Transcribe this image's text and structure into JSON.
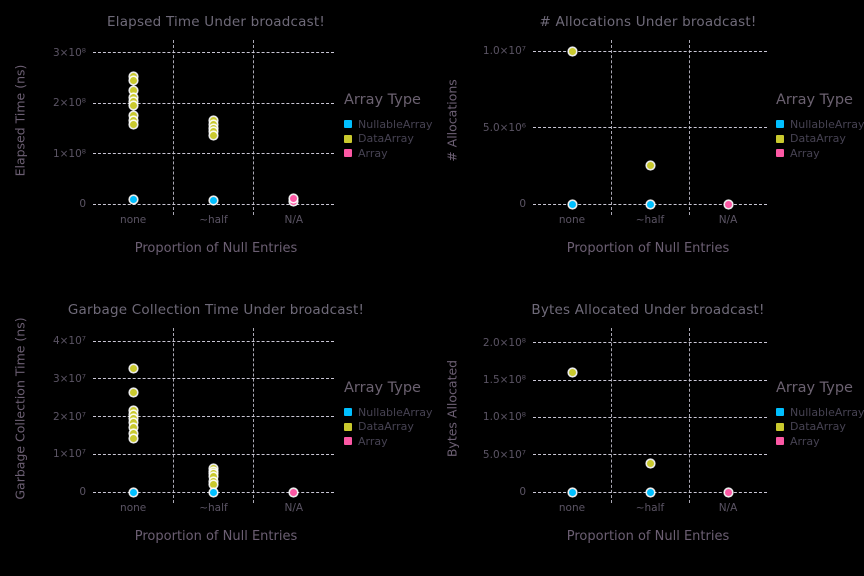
{
  "palette": {
    "background": "#000000",
    "grid": "#d5d2e1",
    "title_text": "#6f6a79",
    "axis_label_text": "#6c5f73",
    "tick_text": "#5b5464",
    "legend_title_text": "#6b6170",
    "legend_item_text": "#464252",
    "nullablearray": "#00bfff",
    "dataarray": "#c9c92e",
    "array": "#fc58a4"
  },
  "chart_data": [
    {
      "type": "scatter",
      "title": "Elapsed Time Under broadcast!",
      "xlabel": "Proportion of Null Entries",
      "ylabel": "Elapsed Time (ns)",
      "categories": [
        "none",
        "~half",
        "N/A"
      ],
      "ylim": [
        0,
        325000000
      ],
      "grid": "dashed",
      "yticks": [
        {
          "value": 0,
          "label": "0"
        },
        {
          "value": 100000000,
          "label": "1×10⁸"
        },
        {
          "value": 200000000,
          "label": "2×10⁸"
        },
        {
          "value": 300000000,
          "label": "3×10⁸"
        }
      ],
      "legend": {
        "title": "Array Type",
        "position": "right",
        "items": [
          {
            "label": "NullableArray",
            "color": "#00bfff"
          },
          {
            "label": "DataArray",
            "color": "#c9c92e"
          },
          {
            "label": "Array",
            "color": "#fc58a4"
          }
        ]
      },
      "series": [
        {
          "name": "DataArray",
          "color": "#c9c92e",
          "points": [
            {
              "category": "none",
              "y": 252000000
            },
            {
              "category": "none",
              "y": 244000000
            },
            {
              "category": "none",
              "y": 224000000
            },
            {
              "category": "none",
              "y": 212000000
            },
            {
              "category": "none",
              "y": 204000000
            },
            {
              "category": "none",
              "y": 196000000
            },
            {
              "category": "none",
              "y": 175000000
            },
            {
              "category": "none",
              "y": 166000000
            },
            {
              "category": "none",
              "y": 158000000
            },
            {
              "category": "~half",
              "y": 165000000
            },
            {
              "category": "~half",
              "y": 157000000
            },
            {
              "category": "~half",
              "y": 150000000
            },
            {
              "category": "~half",
              "y": 143000000
            },
            {
              "category": "~half",
              "y": 136000000
            }
          ]
        },
        {
          "name": "NullableArray",
          "color": "#00bfff",
          "points": [
            {
              "category": "none",
              "y": 8000000
            },
            {
              "category": "~half",
              "y": 7000000
            }
          ]
        },
        {
          "name": "Array",
          "color": "#fc58a4",
          "points": [
            {
              "category": "N/A",
              "y": 5000000
            },
            {
              "category": "N/A",
              "y": 10000000
            }
          ]
        }
      ]
    },
    {
      "type": "scatter",
      "title": "# Allocations Under broadcast!",
      "xlabel": "Proportion of Null Entries",
      "ylabel": "# Allocations",
      "categories": [
        "none",
        "~half",
        "N/A"
      ],
      "ylim": [
        0,
        10750000
      ],
      "grid": "dashed",
      "yticks": [
        {
          "value": 0,
          "label": "0"
        },
        {
          "value": 5000000,
          "label": "5.0×10⁶"
        },
        {
          "value": 10000000,
          "label": "1.0×10⁷"
        }
      ],
      "legend": {
        "title": "Array Type",
        "position": "right",
        "items": [
          {
            "label": "NullableArray",
            "color": "#00bfff"
          },
          {
            "label": "DataArray",
            "color": "#c9c92e"
          },
          {
            "label": "Array",
            "color": "#fc58a4"
          }
        ]
      },
      "series": [
        {
          "name": "DataArray",
          "color": "#c9c92e",
          "points": [
            {
              "category": "none",
              "y": 10000000
            },
            {
              "category": "~half",
              "y": 2500000
            }
          ]
        },
        {
          "name": "NullableArray",
          "color": "#00bfff",
          "points": [
            {
              "category": "none",
              "y": 0
            },
            {
              "category": "~half",
              "y": 0
            }
          ]
        },
        {
          "name": "Array",
          "color": "#fc58a4",
          "points": [
            {
              "category": "N/A",
              "y": 0
            }
          ]
        }
      ]
    },
    {
      "type": "scatter",
      "title": "Garbage Collection Time Under broadcast!",
      "xlabel": "Proportion of Null Entries",
      "ylabel": "Garbage Collection Time (ns)",
      "categories": [
        "none",
        "~half",
        "N/A"
      ],
      "ylim": [
        0,
        43500000
      ],
      "grid": "dashed",
      "yticks": [
        {
          "value": 0,
          "label": "0"
        },
        {
          "value": 10000000,
          "label": "1×10⁷"
        },
        {
          "value": 20000000,
          "label": "2×10⁷"
        },
        {
          "value": 30000000,
          "label": "3×10⁷"
        },
        {
          "value": 40000000,
          "label": "4×10⁷"
        }
      ],
      "legend": {
        "title": "Array Type",
        "position": "right",
        "items": [
          {
            "label": "NullableArray",
            "color": "#00bfff"
          },
          {
            "label": "DataArray",
            "color": "#c9c92e"
          },
          {
            "label": "Array",
            "color": "#fc58a4"
          }
        ]
      },
      "series": [
        {
          "name": "DataArray",
          "color": "#c9c92e",
          "points": [
            {
              "category": "none",
              "y": 32700000
            },
            {
              "category": "none",
              "y": 26300000
            },
            {
              "category": "none",
              "y": 21600000
            },
            {
              "category": "none",
              "y": 20500000
            },
            {
              "category": "none",
              "y": 19600000
            },
            {
              "category": "none",
              "y": 18400000
            },
            {
              "category": "none",
              "y": 17100000
            },
            {
              "category": "none",
              "y": 15600000
            },
            {
              "category": "none",
              "y": 14200000
            },
            {
              "category": "~half",
              "y": 6200000
            },
            {
              "category": "~half",
              "y": 5500000
            },
            {
              "category": "~half",
              "y": 4900000
            },
            {
              "category": "~half",
              "y": 4000000
            },
            {
              "category": "~half",
              "y": 2900000
            },
            {
              "category": "~half",
              "y": 2000000
            }
          ]
        },
        {
          "name": "NullableArray",
          "color": "#00bfff",
          "points": [
            {
              "category": "none",
              "y": 0
            },
            {
              "category": "~half",
              "y": 0
            }
          ]
        },
        {
          "name": "Array",
          "color": "#fc58a4",
          "points": [
            {
              "category": "N/A",
              "y": 0
            }
          ]
        }
      ]
    },
    {
      "type": "scatter",
      "title": "Bytes Allocated Under broadcast!",
      "xlabel": "Proportion of Null Entries",
      "ylabel": "Bytes Allocated",
      "categories": [
        "none",
        "~half",
        "N/A"
      ],
      "ylim": [
        0,
        220000000
      ],
      "grid": "dashed",
      "yticks": [
        {
          "value": 0,
          "label": "0"
        },
        {
          "value": 50000000,
          "label": "5.0×10⁷"
        },
        {
          "value": 100000000,
          "label": "1.0×10⁸"
        },
        {
          "value": 150000000,
          "label": "1.5×10⁸"
        },
        {
          "value": 200000000,
          "label": "2.0×10⁸"
        }
      ],
      "legend": {
        "title": "Array Type",
        "position": "right",
        "items": [
          {
            "label": "NullableArray",
            "color": "#00bfff"
          },
          {
            "label": "DataArray",
            "color": "#c9c92e"
          },
          {
            "label": "Array",
            "color": "#fc58a4"
          }
        ]
      },
      "series": [
        {
          "name": "DataArray",
          "color": "#c9c92e",
          "points": [
            {
              "category": "none",
              "y": 160000000
            },
            {
              "category": "~half",
              "y": 38000000
            }
          ]
        },
        {
          "name": "NullableArray",
          "color": "#00bfff",
          "points": [
            {
              "category": "none",
              "y": 0
            },
            {
              "category": "~half",
              "y": 0
            }
          ]
        },
        {
          "name": "Array",
          "color": "#fc58a4",
          "points": [
            {
              "category": "N/A",
              "y": 0
            }
          ]
        }
      ]
    }
  ]
}
